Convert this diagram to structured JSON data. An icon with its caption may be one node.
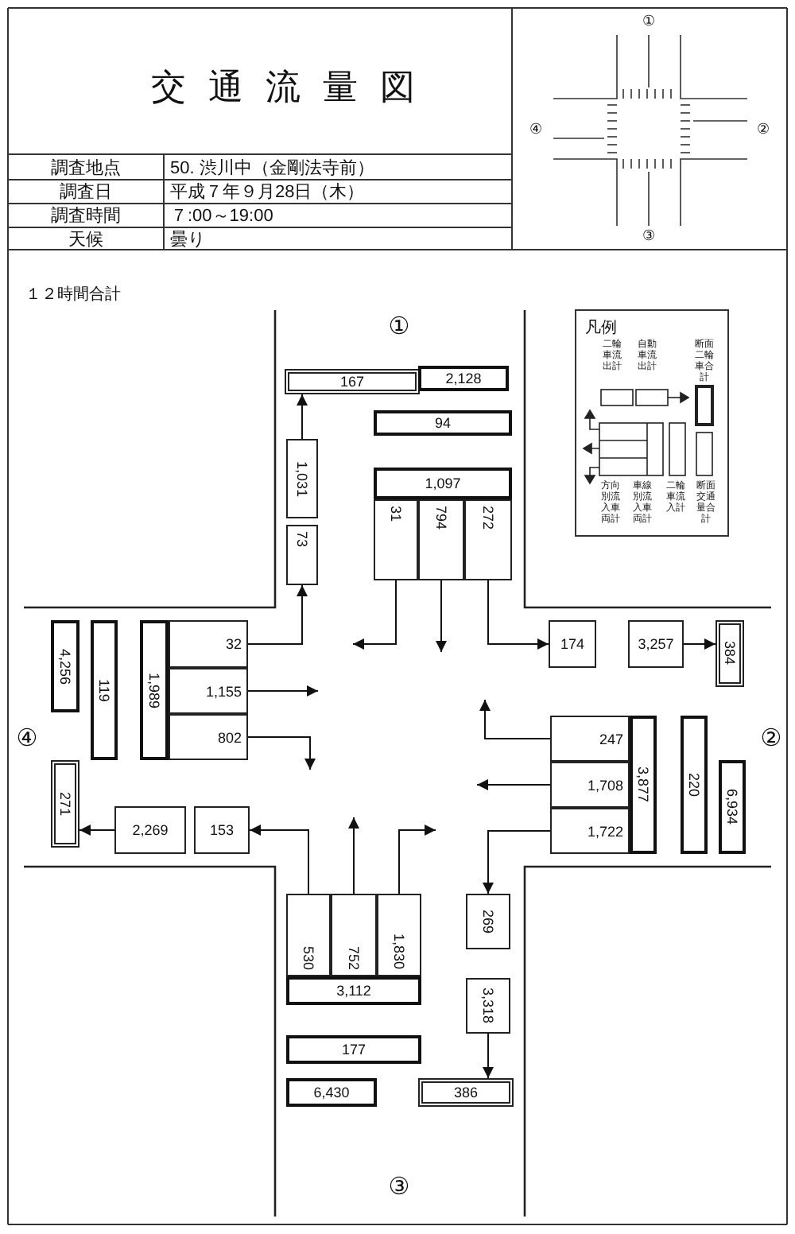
{
  "diagram": {
    "title": "交通流量図",
    "nodes": [
      {
        "text": [
          "167"
        ]
      },
      {
        "text": [
          "2,128"
        ]
      },
      {
        "text": [
          "94"
        ]
      },
      {
        "text": [
          "1,031"
        ]
      },
      {
        "text": [
          "1,097"
        ]
      },
      {
        "text": [
          "31"
        ]
      },
      {
        "text": [
          "794"
        ]
      },
      {
        "text": [
          "272"
        ]
      },
      {
        "text": [
          "73"
        ]
      },
      {
        "text": [
          "4,256"
        ]
      },
      {
        "text": [
          "119"
        ]
      },
      {
        "text": [
          "1,989"
        ]
      },
      {
        "text": [
          "32"
        ]
      },
      {
        "text": [
          "1,155"
        ]
      },
      {
        "text": [
          "802"
        ]
      },
      {
        "text": [
          "174"
        ]
      },
      {
        "text": [
          "3,257"
        ]
      },
      {
        "text": [
          "384"
        ]
      },
      {
        "text": [
          "247"
        ]
      },
      {
        "text": [
          "3,877"
        ]
      },
      {
        "text": [
          "220"
        ]
      },
      {
        "text": [
          "1,708"
        ]
      },
      {
        "text": [
          "6,934"
        ]
      },
      {
        "text": [
          "1,722"
        ]
      },
      {
        "text": [
          "271"
        ]
      },
      {
        "text": [
          "2,269"
        ]
      },
      {
        "text": [
          "153"
        ]
      },
      {
        "text": [
          "530"
        ]
      },
      {
        "text": [
          "752"
        ]
      },
      {
        "text": [
          "1,830"
        ]
      },
      {
        "text": [
          "269"
        ]
      },
      {
        "text": [
          "3,112"
        ]
      },
      {
        "text": [
          "3,318"
        ]
      },
      {
        "text": [
          "177"
        ]
      },
      {
        "text": [
          "6,430"
        ]
      },
      {
        "text": [
          "386"
        ]
      }
    ],
    "edges": [
      {
        "from": 3,
        "to": 0,
        "arrow": "to"
      },
      {
        "from": 5,
        "to": null,
        "arrow": "to"
      },
      {
        "from": 6,
        "to": null,
        "arrow": "to"
      },
      {
        "from": 7,
        "to": 15,
        "arrow": "to"
      },
      {
        "from": 12,
        "to": 8,
        "arrow": "to"
      },
      {
        "from": 13,
        "to": null,
        "arrow": "to"
      },
      {
        "from": 14,
        "to": null,
        "arrow": "to"
      },
      {
        "from": 16,
        "to": 17,
        "arrow": "to"
      },
      {
        "from": 18,
        "to": null,
        "arrow": "to"
      },
      {
        "from": 21,
        "to": null,
        "arrow": "to"
      },
      {
        "from": 23,
        "to": 30,
        "arrow": "to"
      },
      {
        "from": 25,
        "to": 24,
        "arrow": "to"
      },
      {
        "from": 27,
        "to": 26,
        "arrow": "to"
      },
      {
        "from": 28,
        "to": null,
        "arrow": "to"
      },
      {
        "from": 29,
        "to": null,
        "arrow": "to"
      },
      {
        "from": 32,
        "to": 35,
        "arrow": "to"
      }
    ],
    "labels": [
      "調査地点",
      "50. 渋川中（金剛法寺前）",
      "調査日",
      "平成７年９月28日（木）",
      "調査時間",
      "７:00～19:00",
      "天候",
      "曇り",
      "①",
      "④",
      "②",
      "③",
      "１２時間合計",
      "①",
      "④",
      "②",
      "③",
      "凡例"
    ],
    "legend": [
      {
        "text": "二輪車流出計"
      },
      {
        "text": "自動車流出計"
      },
      {
        "text": "断面二輪車合計"
      },
      {
        "text": "方向別流入車両計"
      },
      {
        "text": "車線別流入車両計"
      },
      {
        "text": "二輪車流入計"
      },
      {
        "text": "断面交通量合計"
      }
    ]
  }
}
